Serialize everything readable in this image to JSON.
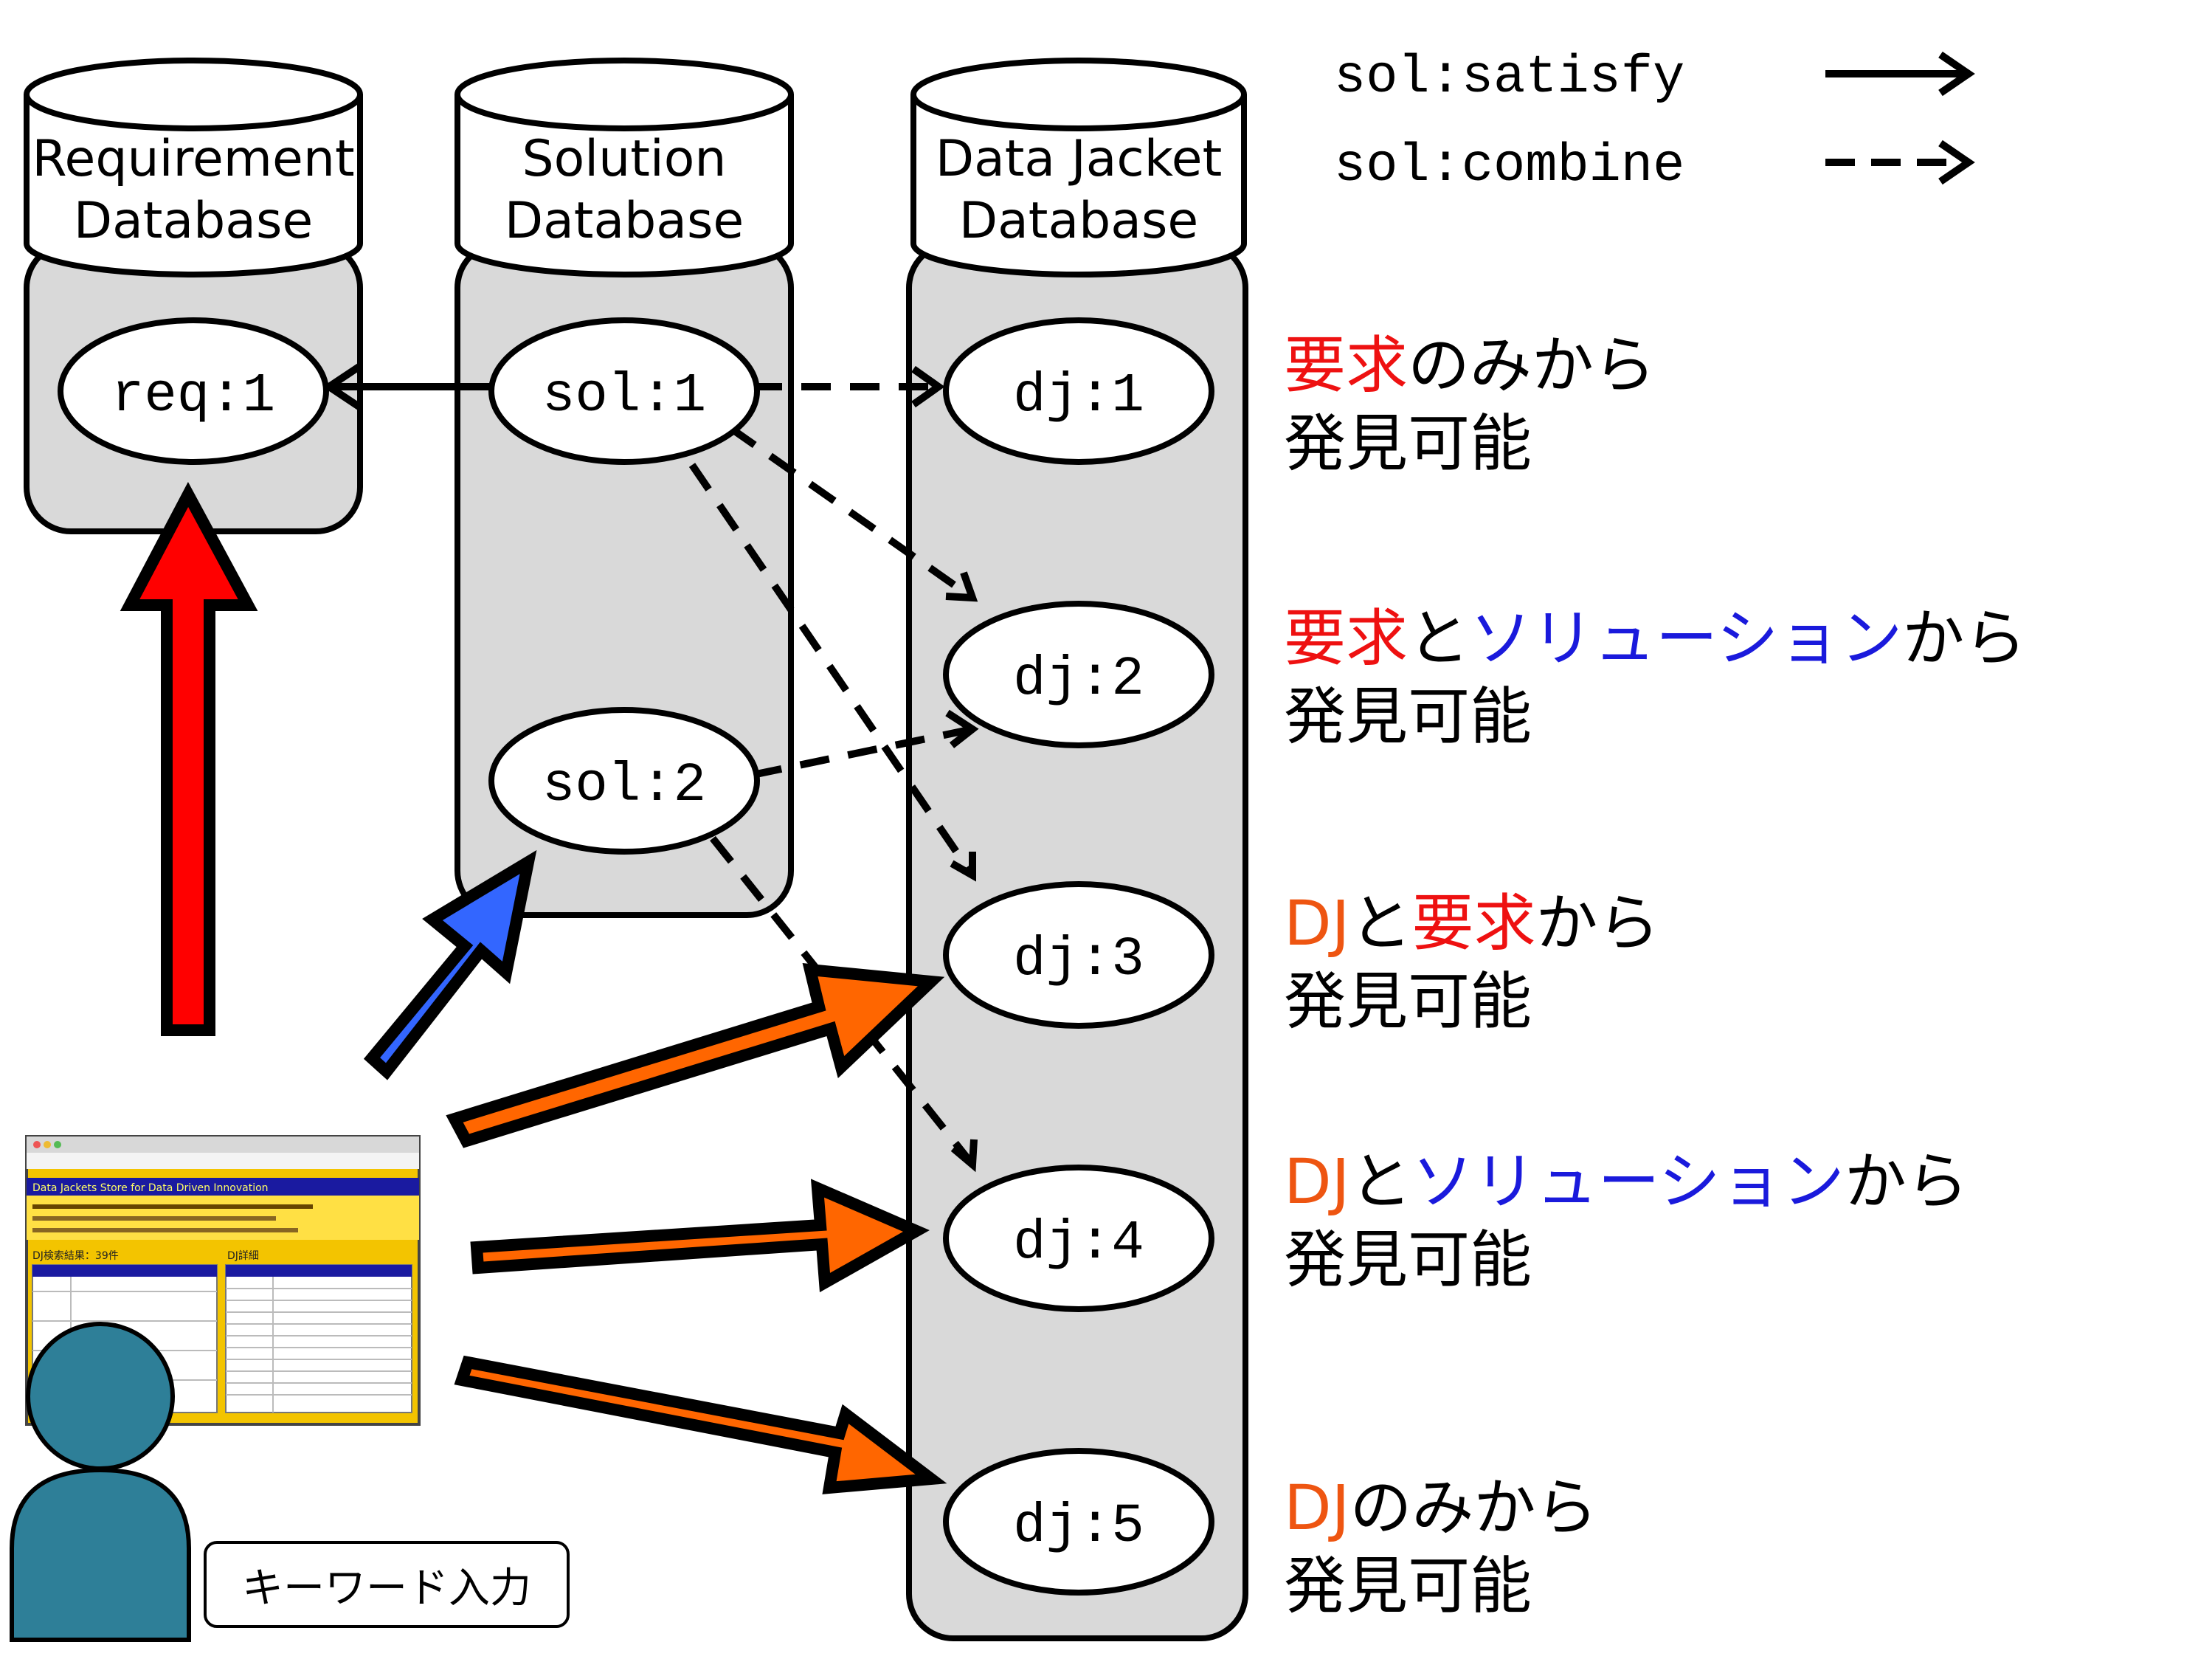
{
  "databases": [
    {
      "id": "req",
      "title_line1": "Requirement",
      "title_line2": "Database"
    },
    {
      "id": "sol",
      "title_line1": "Solution",
      "title_line2": "Database"
    },
    {
      "id": "dj",
      "title_line1": "Data Jacket",
      "title_line2": "Database"
    }
  ],
  "nodes": {
    "req1": "req:1",
    "sol1": "sol:1",
    "sol2": "sol:2",
    "dj1": "dj:1",
    "dj2": "dj:2",
    "dj3": "dj:3",
    "dj4": "dj:4",
    "dj5": "dj:5"
  },
  "legend": {
    "satisfy": "sol:satisfy",
    "combine": "sol:combine"
  },
  "labels": [
    {
      "parts": [
        {
          "text": "要求",
          "color": "red"
        },
        {
          "text": "のみから",
          "color": "black"
        }
      ],
      "line2": "発見可能"
    },
    {
      "parts": [
        {
          "text": "要求",
          "color": "red"
        },
        {
          "text": "と",
          "color": "black"
        },
        {
          "text": "ソリューション",
          "color": "blue"
        },
        {
          "text": "から",
          "color": "black"
        }
      ],
      "line2": "発見可能"
    },
    {
      "parts": [
        {
          "text": "DJ",
          "color": "orange"
        },
        {
          "text": "と",
          "color": "black"
        },
        {
          "text": "要求",
          "color": "red"
        },
        {
          "text": "から",
          "color": "black"
        }
      ],
      "line2": "発見可能"
    },
    {
      "parts": [
        {
          "text": "DJ",
          "color": "orange"
        },
        {
          "text": "と",
          "color": "black"
        },
        {
          "text": "ソリューション",
          "color": "blue"
        },
        {
          "text": "から",
          "color": "black"
        }
      ],
      "line2": "発見可能"
    },
    {
      "parts": [
        {
          "text": "DJ",
          "color": "orange"
        },
        {
          "text": "のみから",
          "color": "black"
        }
      ],
      "line2": "発見可能"
    }
  ],
  "colors": {
    "red": "#ee1111",
    "blue": "#1a1adc",
    "orange": "#ee5511",
    "black": "#000000",
    "arrow_red": "#ff0000",
    "arrow_blue": "#3366ff",
    "arrow_orange": "#ff6600",
    "person": "#2e7f98",
    "column_fill": "#d9d9d9"
  },
  "keyword_input": "キーワード入力",
  "screenshot": {
    "title": "Data Jackets Store for Data Driven Innovation",
    "results_label": "DJ検索結果：39件",
    "detail_label": "DJ詳細"
  }
}
